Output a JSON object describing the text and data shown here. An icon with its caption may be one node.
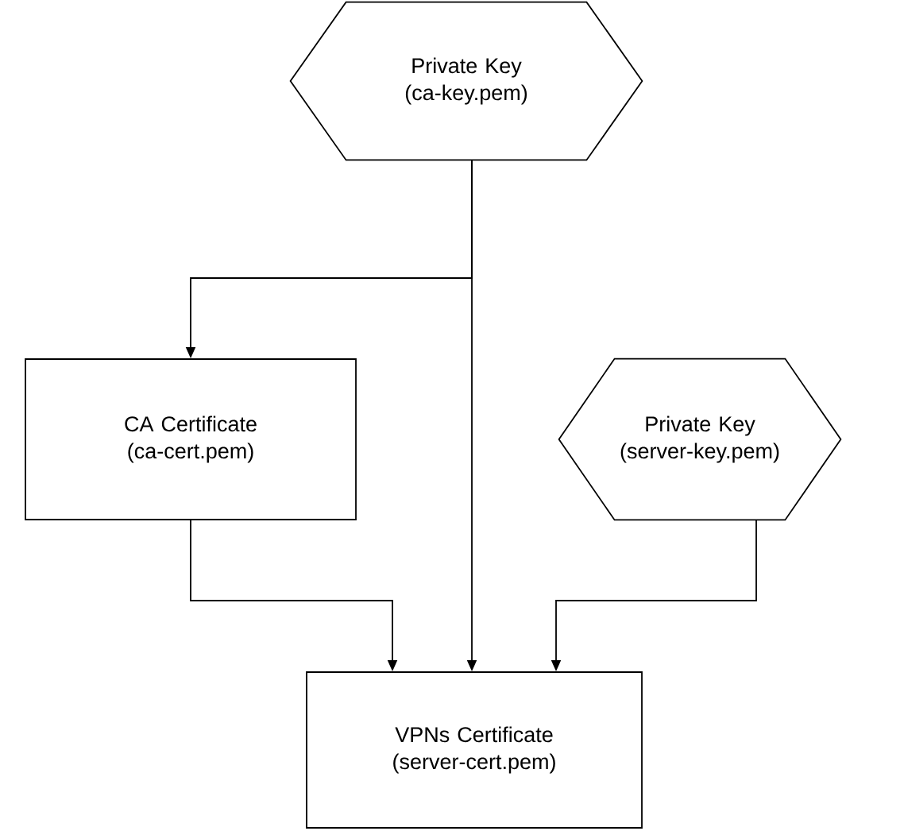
{
  "diagram": {
    "nodes": [
      {
        "text": [
          "Private Key (ca-key.pem)"
        ]
      },
      {
        "text": [
          "CA Certificate (ca-cert.pem)"
        ]
      },
      {
        "text": [
          "Private Key (server-key.pem)"
        ]
      },
      {
        "text": [
          "VPNs Certificate (server-cert.pem)"
        ]
      }
    ],
    "edges": [
      {
        "from": 0,
        "to": 1,
        "arrow": "to"
      },
      {
        "from": 0,
        "to": 3,
        "arrow": "to"
      },
      {
        "from": 1,
        "to": 3,
        "arrow": "to"
      },
      {
        "from": 2,
        "to": 3,
        "arrow": "to"
      }
    ]
  }
}
